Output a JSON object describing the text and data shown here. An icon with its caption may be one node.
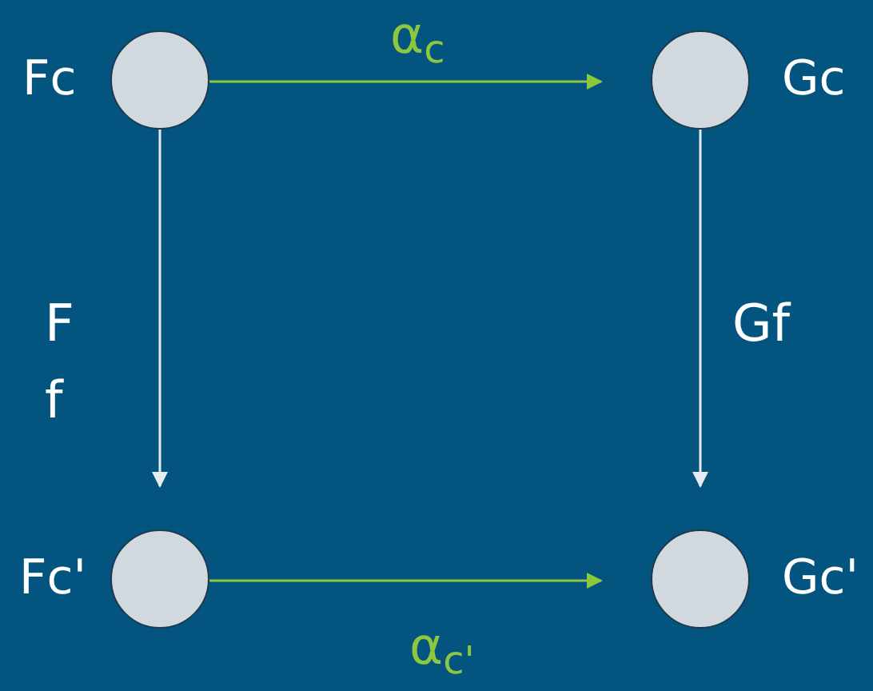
{
  "diagram": {
    "nodes": [
      {
        "text": [],
        "shape": "circle",
        "beside": [
          "Fc"
        ]
      },
      {
        "text": [],
        "shape": "circle",
        "beside": [
          "Gc"
        ]
      },
      {
        "text": [],
        "shape": "circle",
        "beside": [
          "Fc'"
        ]
      },
      {
        "text": [],
        "shape": "circle",
        "beside": [
          "Gc'"
        ]
      }
    ],
    "edges": [
      {
        "from": 0,
        "to": 1,
        "arrow": "to",
        "label": "α$_{c}$",
        "color": "#8dc63f"
      },
      {
        "from": 0,
        "to": 2,
        "arrow": "to",
        "label": "Ff",
        "color": "#e6ecf0"
      },
      {
        "from": 1,
        "to": 3,
        "arrow": "to",
        "label": "Gf",
        "color": "#e6ecf0"
      },
      {
        "from": 2,
        "to": 3,
        "arrow": "to",
        "label": "α$_{c'}$",
        "color": "#8dc63f"
      }
    ]
  }
}
